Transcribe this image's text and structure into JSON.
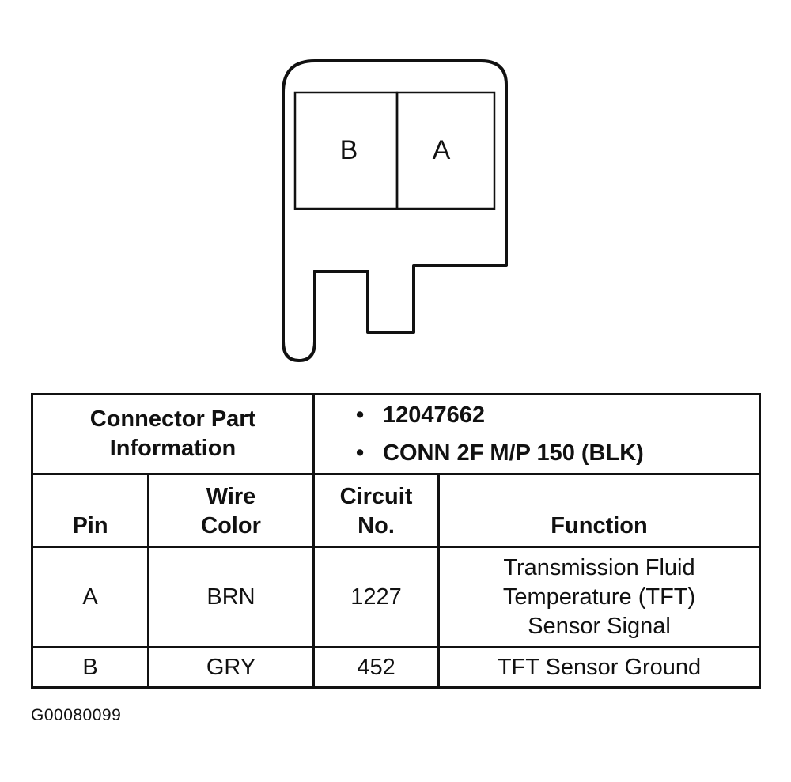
{
  "connector": {
    "pins": [
      {
        "label": "B"
      },
      {
        "label": "A"
      }
    ]
  },
  "table": {
    "part_info_label": "Connector Part\nInformation",
    "part_info_items": [
      "12047662",
      "CONN 2F M/P 150 (BLK)"
    ],
    "headers": {
      "pin": "Pin",
      "wire_color": "Wire\nColor",
      "circuit_no": "Circuit\nNo.",
      "function": "Function"
    },
    "rows": [
      {
        "pin": "A",
        "wire_color": "BRN",
        "circuit_no": "1227",
        "function": "Transmission Fluid\nTemperature (TFT)\nSensor Signal"
      },
      {
        "pin": "B",
        "wire_color": "GRY",
        "circuit_no": "452",
        "function": "TFT Sensor Ground"
      }
    ]
  },
  "figure_id": "G00080099"
}
